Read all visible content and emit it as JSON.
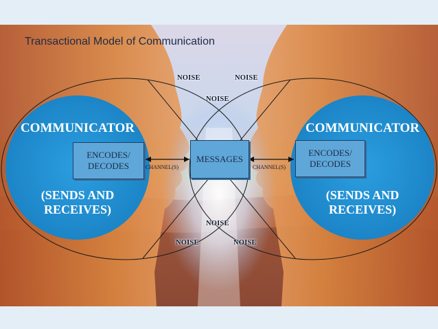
{
  "title": "Transactional Model of Communication",
  "left": {
    "communicator": "COMMUNICATOR",
    "box_line1": "ENCODES/",
    "box_line2": "DECODES",
    "sends_line1": "(SENDS AND",
    "sends_line2": "RECEIVES)"
  },
  "right": {
    "communicator": "COMMUNICATOR",
    "box_line1": "ENCODES/",
    "box_line2": "DECODES",
    "sends_line1": "(SENDS AND",
    "sends_line2": "RECEIVES)"
  },
  "messages": "MESSAGES",
  "channel_left": "CHANNEL(S)",
  "channel_right": "CHANNEL(S)",
  "noise": {
    "top_left": "NOISE",
    "top_right": "NOISE",
    "top_center": "NOISE",
    "bottom_center": "NOISE",
    "bottom_left": "NOISE",
    "bottom_right": "NOISE"
  },
  "colors": {
    "circle_blue": "#1f8fd0",
    "box_blue": "#5fa7d9",
    "background": "#e3eef6"
  }
}
